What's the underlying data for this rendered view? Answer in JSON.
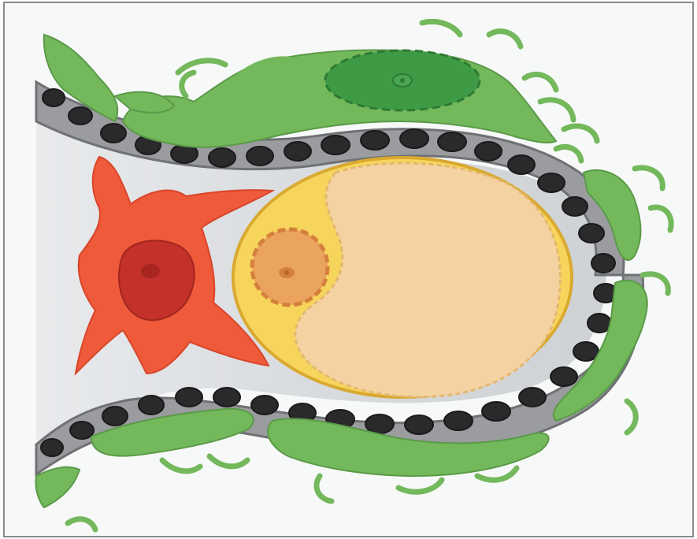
{
  "figure": {
    "text_labels": [],
    "colors": {
      "background": "#f7f8f8",
      "frame_border": "#8a8a8a",
      "vessel_wall": "#9a9c9f",
      "vessel_wall_edge": "#6f7174",
      "vessel_lumen": "#d3d6d9",
      "endothelial_nucleus": "#2a2a2c",
      "pericyte_green": "#74b85c",
      "pericyte_dark_green": "#3f9a45",
      "macrophage_red": "#ee5a3a",
      "macrophage_nucleus": "#c4302a",
      "oocyte_yellow": "#f7d55c",
      "oocyte_edge": "#d9a930",
      "cytoplasm_peach": "#f5d2a2",
      "small_cell_orange": "#eba45e",
      "small_cell_nucleus": "#d4803c"
    },
    "elements": [
      "blood-vessel-wall",
      "endothelial-nuclei",
      "green-pericyte-cells",
      "green-cell-nucleus",
      "red-macrophage-cell",
      "macrophage-nucleus",
      "large-yellow-cell",
      "peach-cytoplasm",
      "small-orange-cell"
    ]
  }
}
